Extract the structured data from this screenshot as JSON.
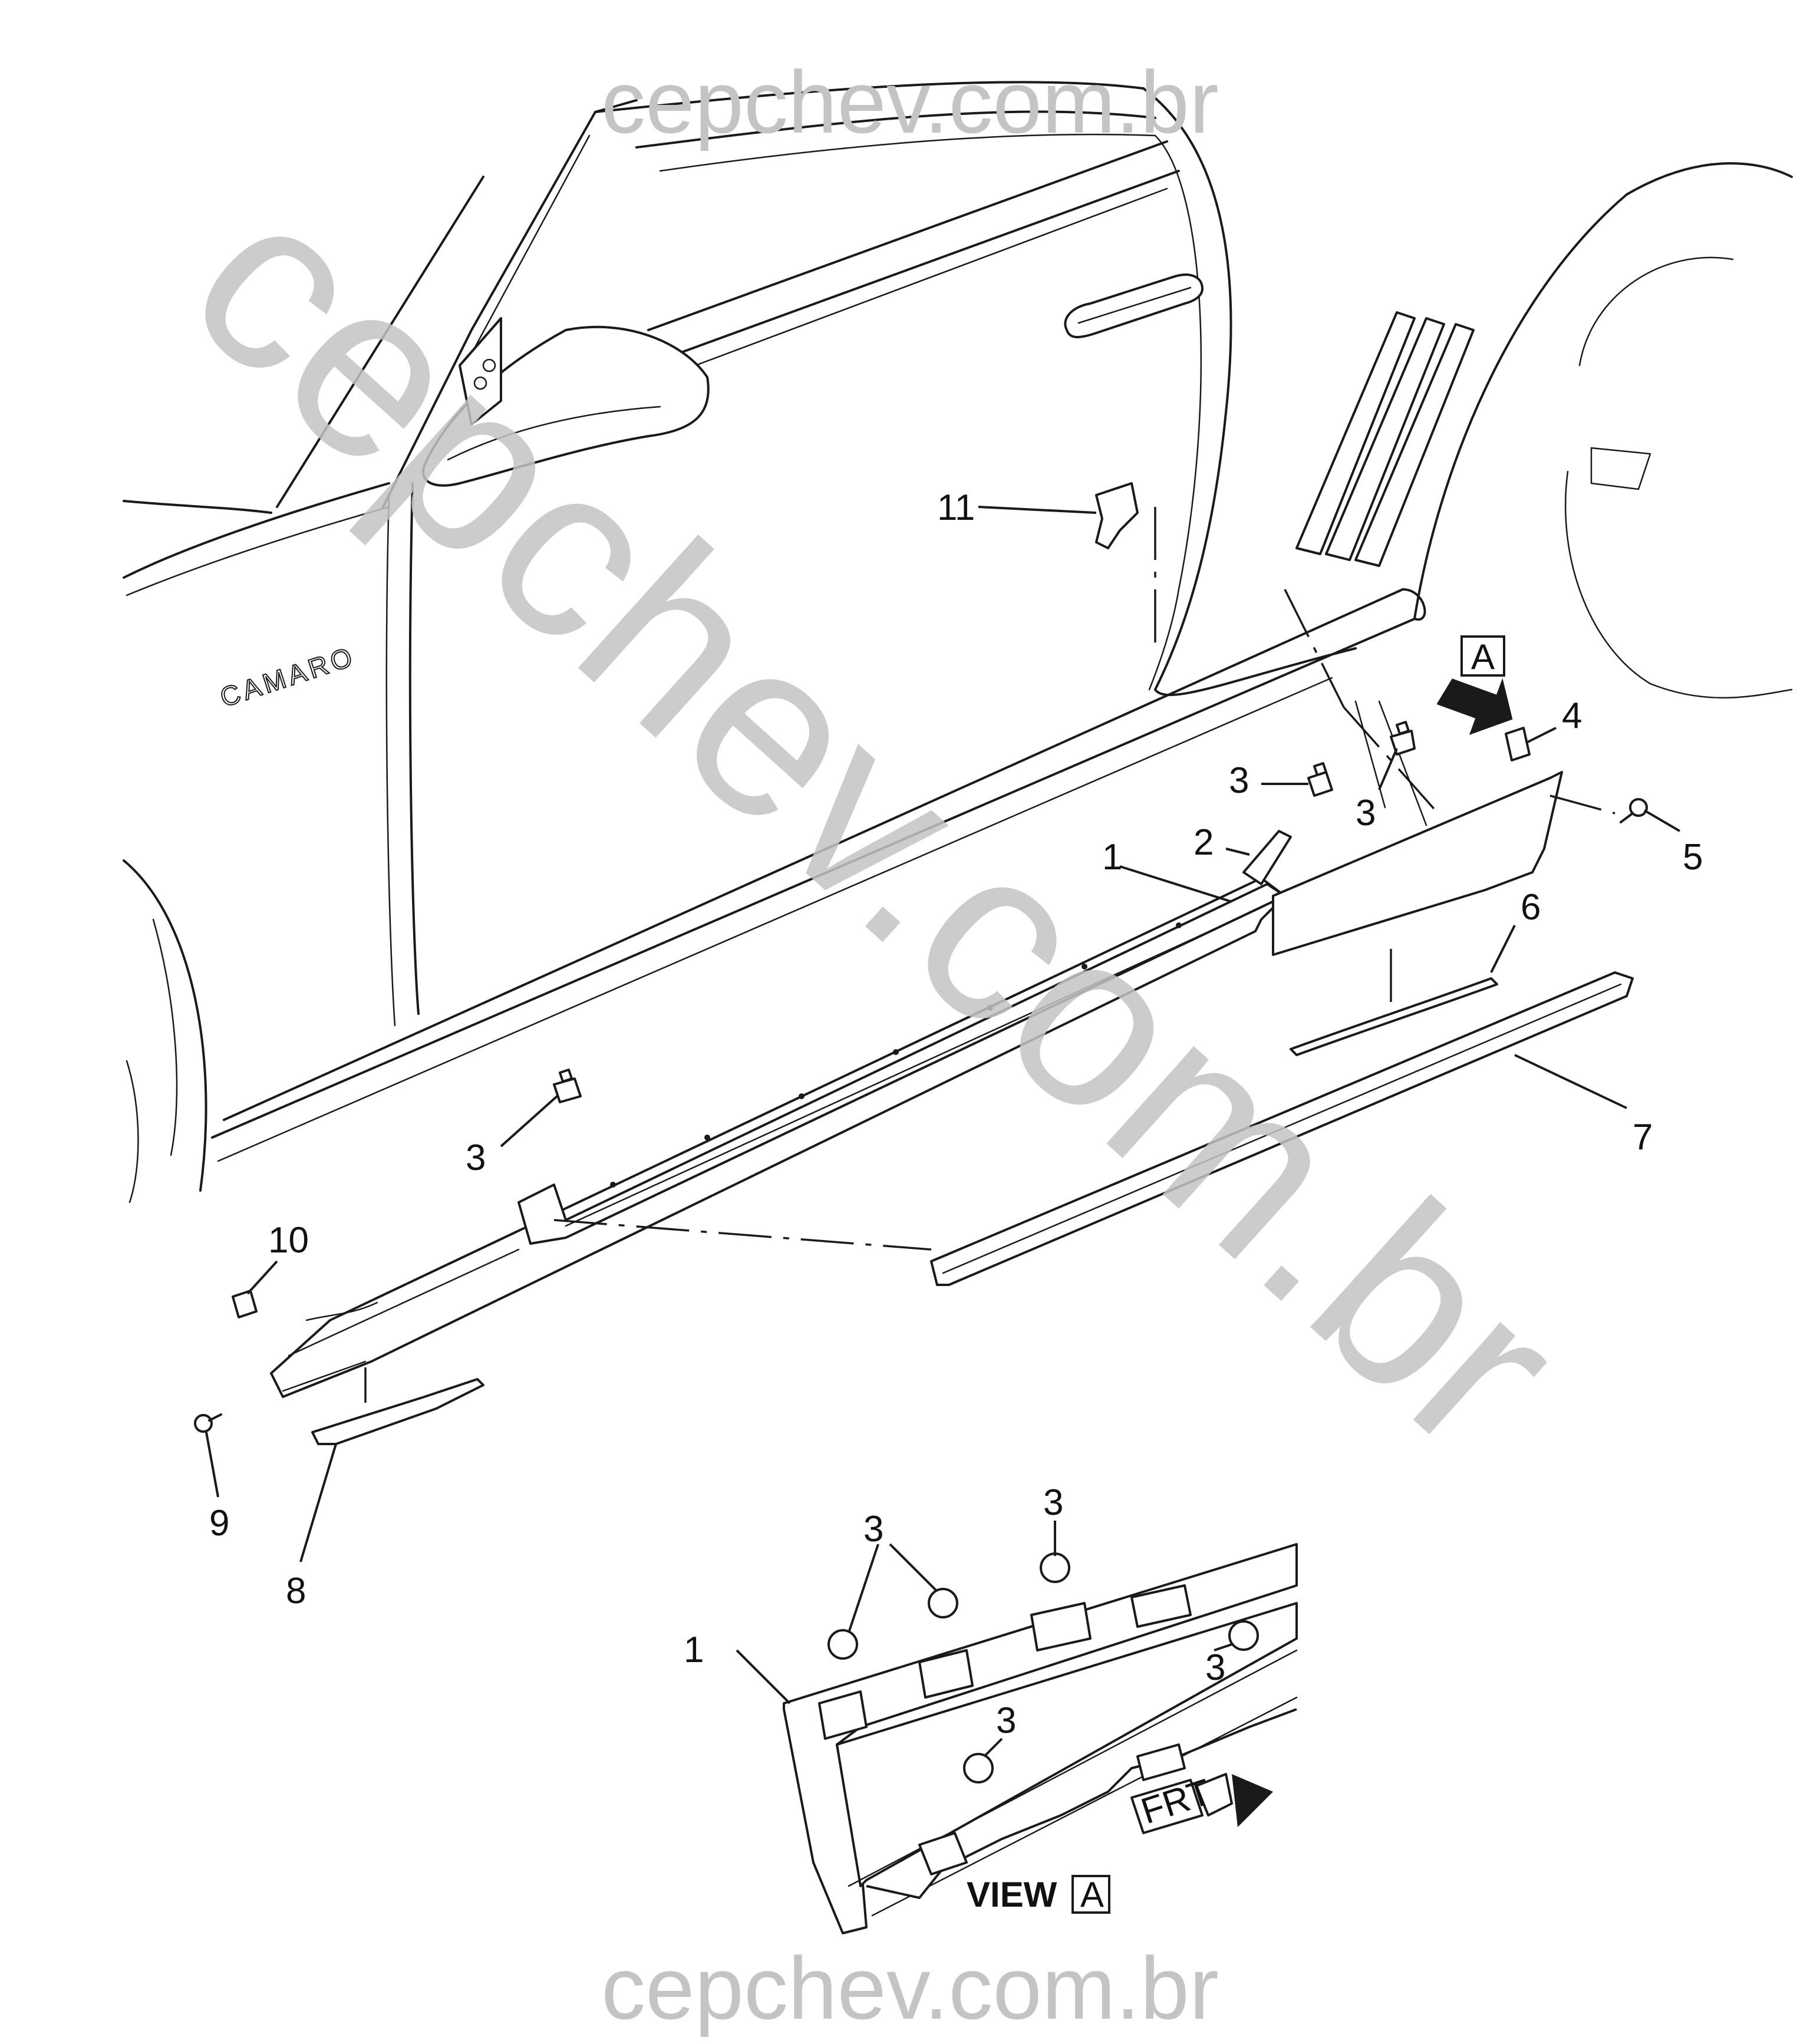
{
  "watermark": {
    "top": "cepchev.com.br",
    "diagonal": "cepchev.com.br",
    "bottom": "cepchev.com.br"
  },
  "emblem": "CAMARO",
  "view_marker": "A",
  "view_caption": "VIEW",
  "fwd_marker": "FRT",
  "callouts": {
    "c1": "1",
    "c2": "2",
    "c3a": "3",
    "c3b": "3",
    "c3c": "3",
    "c4": "4",
    "c5": "5",
    "c6": "6",
    "c7": "7",
    "c8": "8",
    "c9": "9",
    "c10": "10",
    "c11": "11",
    "d1": "1",
    "d3a": "3",
    "d3b": "3",
    "d3c": "3",
    "d3d": "3"
  }
}
